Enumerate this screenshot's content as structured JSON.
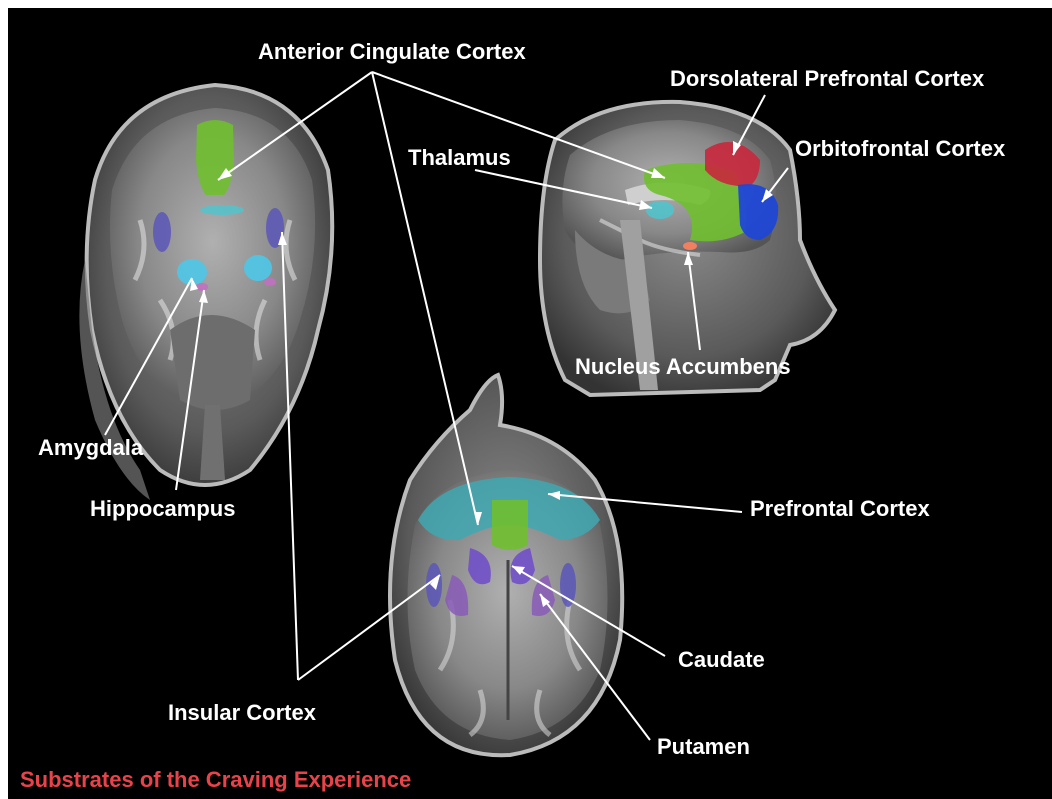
{
  "caption": "Substrates of the Craving Experience",
  "labels": {
    "anterior_cingulate": "Anterior Cingulate Cortex",
    "dorsolateral_prefrontal": "Dorsolateral Prefrontal Cortex",
    "orbitofrontal": "Orbitofrontal Cortex",
    "thalamus": "Thalamus",
    "nucleus_accumbens": "Nucleus Accumbens",
    "amygdala": "Amygdala",
    "hippocampus": "Hippocampus",
    "prefrontal": "Prefrontal Cortex",
    "caudate": "Caudate",
    "insular": "Insular Cortex",
    "putamen": "Putamen"
  },
  "colors": {
    "background": "#000000",
    "label_text": "#ffffff",
    "caption": "#e8434a",
    "anterior_cingulate": "#6fbf2f",
    "dorsolateral_prefrontal": "#c8283c",
    "orbitofrontal": "#1f47d6",
    "thalamus": "#4ec6cf",
    "nucleus_accumbens": "#f08060",
    "amygdala": "#4ec6e8",
    "hippocampus": "#c070c0",
    "prefrontal": "#3fa8b0",
    "caudate": "#7050c8",
    "insular": "#5a56b8",
    "putamen": "#8a5ab8"
  }
}
